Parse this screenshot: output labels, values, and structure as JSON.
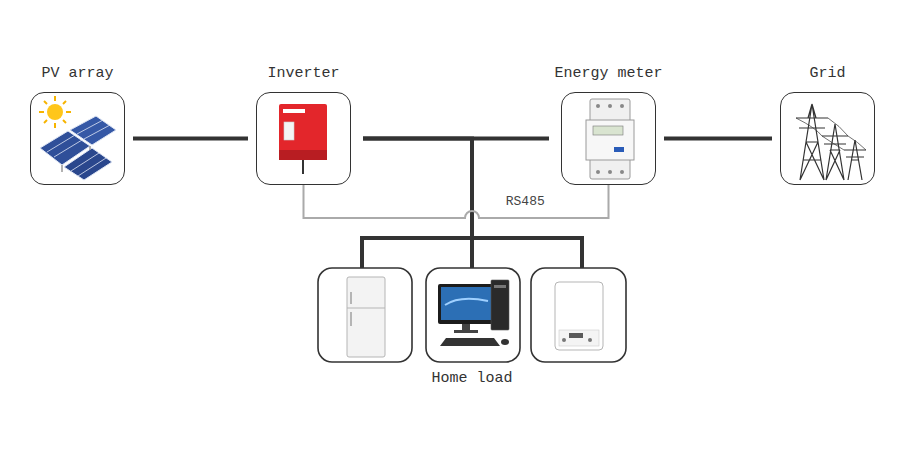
{
  "diagram": {
    "nodes": [
      {
        "text": [
          "PV array"
        ]
      },
      {
        "text": [
          "Inverter"
        ]
      },
      {
        "text": [
          "Energy meter"
        ]
      },
      {
        "text": [
          "Grid"
        ]
      },
      {
        "text": [
          "Home load"
        ]
      }
    ],
    "edges": [
      {
        "from": 0,
        "to": 1,
        "arrow": "none"
      },
      {
        "from": 1,
        "to": 2,
        "arrow": "none"
      },
      {
        "from": 2,
        "to": 3,
        "arrow": "none"
      },
      {
        "from": 1,
        "to": 4,
        "arrow": "none"
      },
      {
        "from": 1,
        "to": 2,
        "arrow": "none",
        "label": "RS485"
      }
    ]
  }
}
